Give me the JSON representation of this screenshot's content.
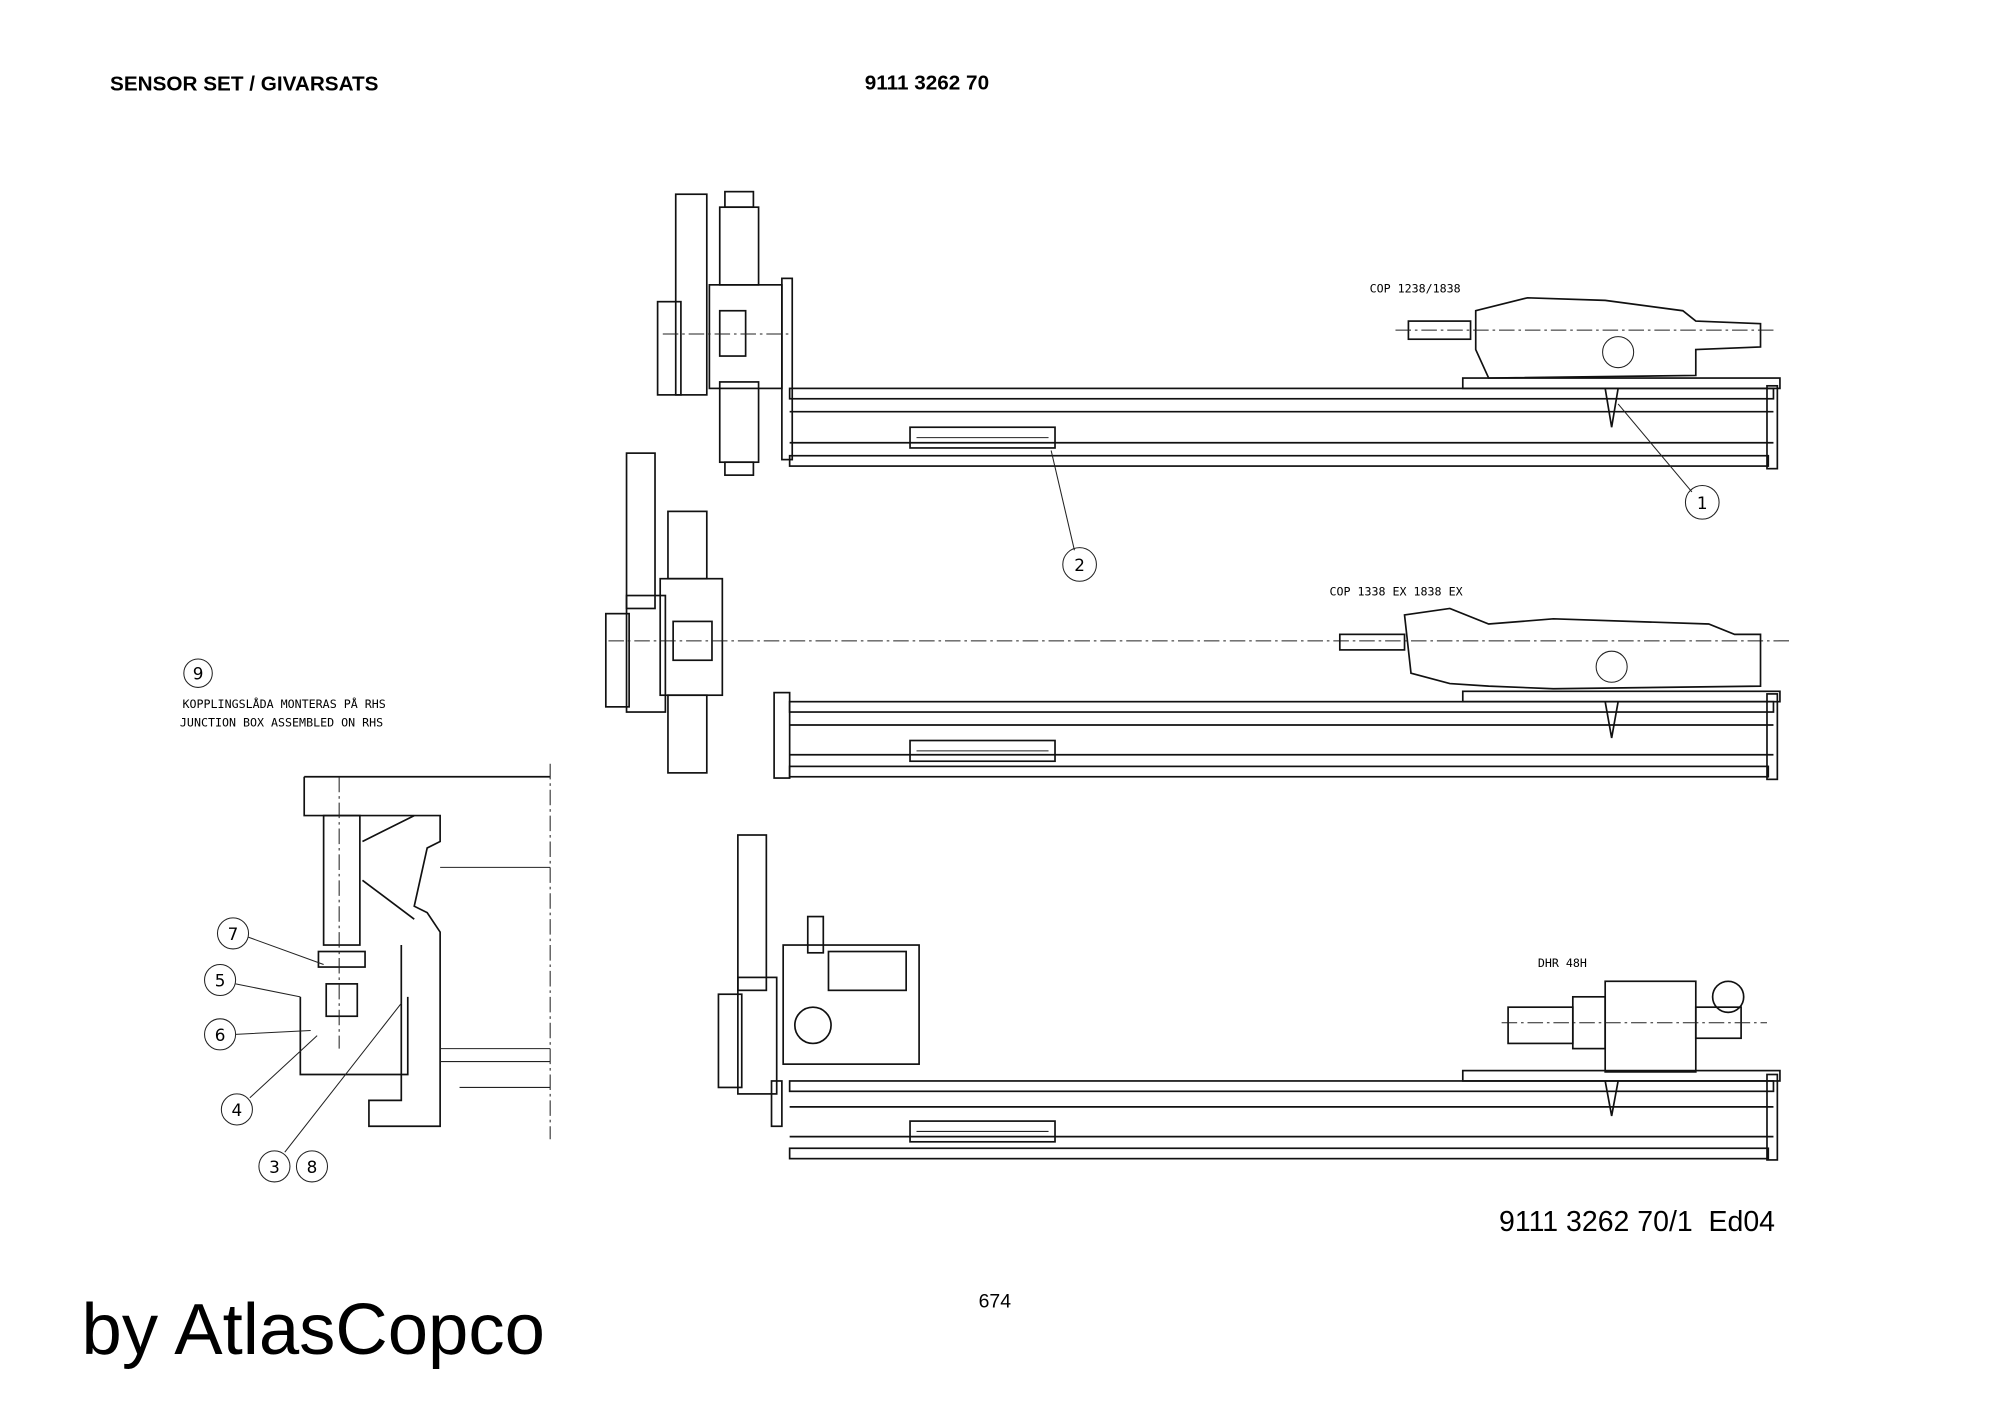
{
  "header": {
    "title": "SENSOR SET / GIVARSATS",
    "part_number": "9111 3262 70"
  },
  "drawing": {
    "views": [
      {
        "label": "COP 1238/1838"
      },
      {
        "label": "COP 1338 EX 1838 EX"
      },
      {
        "label": "DHR 48H"
      }
    ],
    "note": {
      "callout": "9",
      "line1": "KOPPLINGSLÅDA MONTERAS PÅ RHS",
      "line2": "JUNCTION BOX ASSEMBLED ON RHS"
    },
    "callouts": [
      "1",
      "2",
      "3",
      "4",
      "5",
      "6",
      "7",
      "8"
    ]
  },
  "footer": {
    "doc_ref": "9111 3262 70/1  Ed04",
    "page_number": "674",
    "brand": "by AtlasCopco"
  }
}
